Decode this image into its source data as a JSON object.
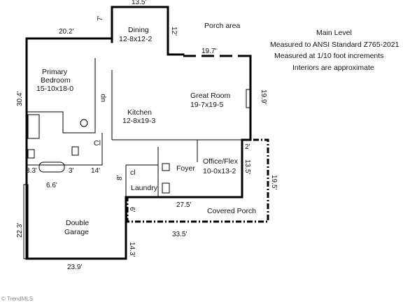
{
  "notes": {
    "level": "Main Level",
    "standard": "Measured to ANSI Standard Z765-2021",
    "increments": "Measured at 1/10 foot increments",
    "interiors": "Interiors are approximate"
  },
  "rooms": {
    "dining_name": "Dining",
    "dining_size": "12-8x12-2",
    "primary_name": "Primary",
    "primary_name2": "Bedroom",
    "primary_size": "15-10x18-0",
    "great_name": "Great Room",
    "great_size": "19-7x19-5",
    "kitchen_name": "Kitchen",
    "kitchen_size": "12-8x19-3",
    "foyer": "Foyer",
    "office_name": "Office/Flex",
    "office_size": "10-0x13-2",
    "laundry": "Laundry",
    "garage_name": "Double",
    "garage_name2": "Garage",
    "porch_area": "Porch area",
    "covered_porch": "Covered Porch",
    "closet_cl": "Cl",
    "closet_up": "up",
    "closet_cl2": "cl"
  },
  "dims": {
    "top": "13.5'",
    "d7": "7'",
    "d12": "12'",
    "d202": "20.2'",
    "d197": "19.7'",
    "d304": "30.4'",
    "d199": "19.9'",
    "d2": "2'",
    "d135": "13.5'",
    "d195": "19.5'",
    "d33": "3.3'",
    "d3": "3'",
    "d14": "14'",
    "d66": "6.6'",
    "d8": "8'",
    "d275": "27.5'",
    "d6": "6'",
    "d223": "22.3'",
    "d335": "33.5'",
    "d143": "14.3'",
    "d239": "23.9'"
  },
  "watermark": "© TrendMLS"
}
